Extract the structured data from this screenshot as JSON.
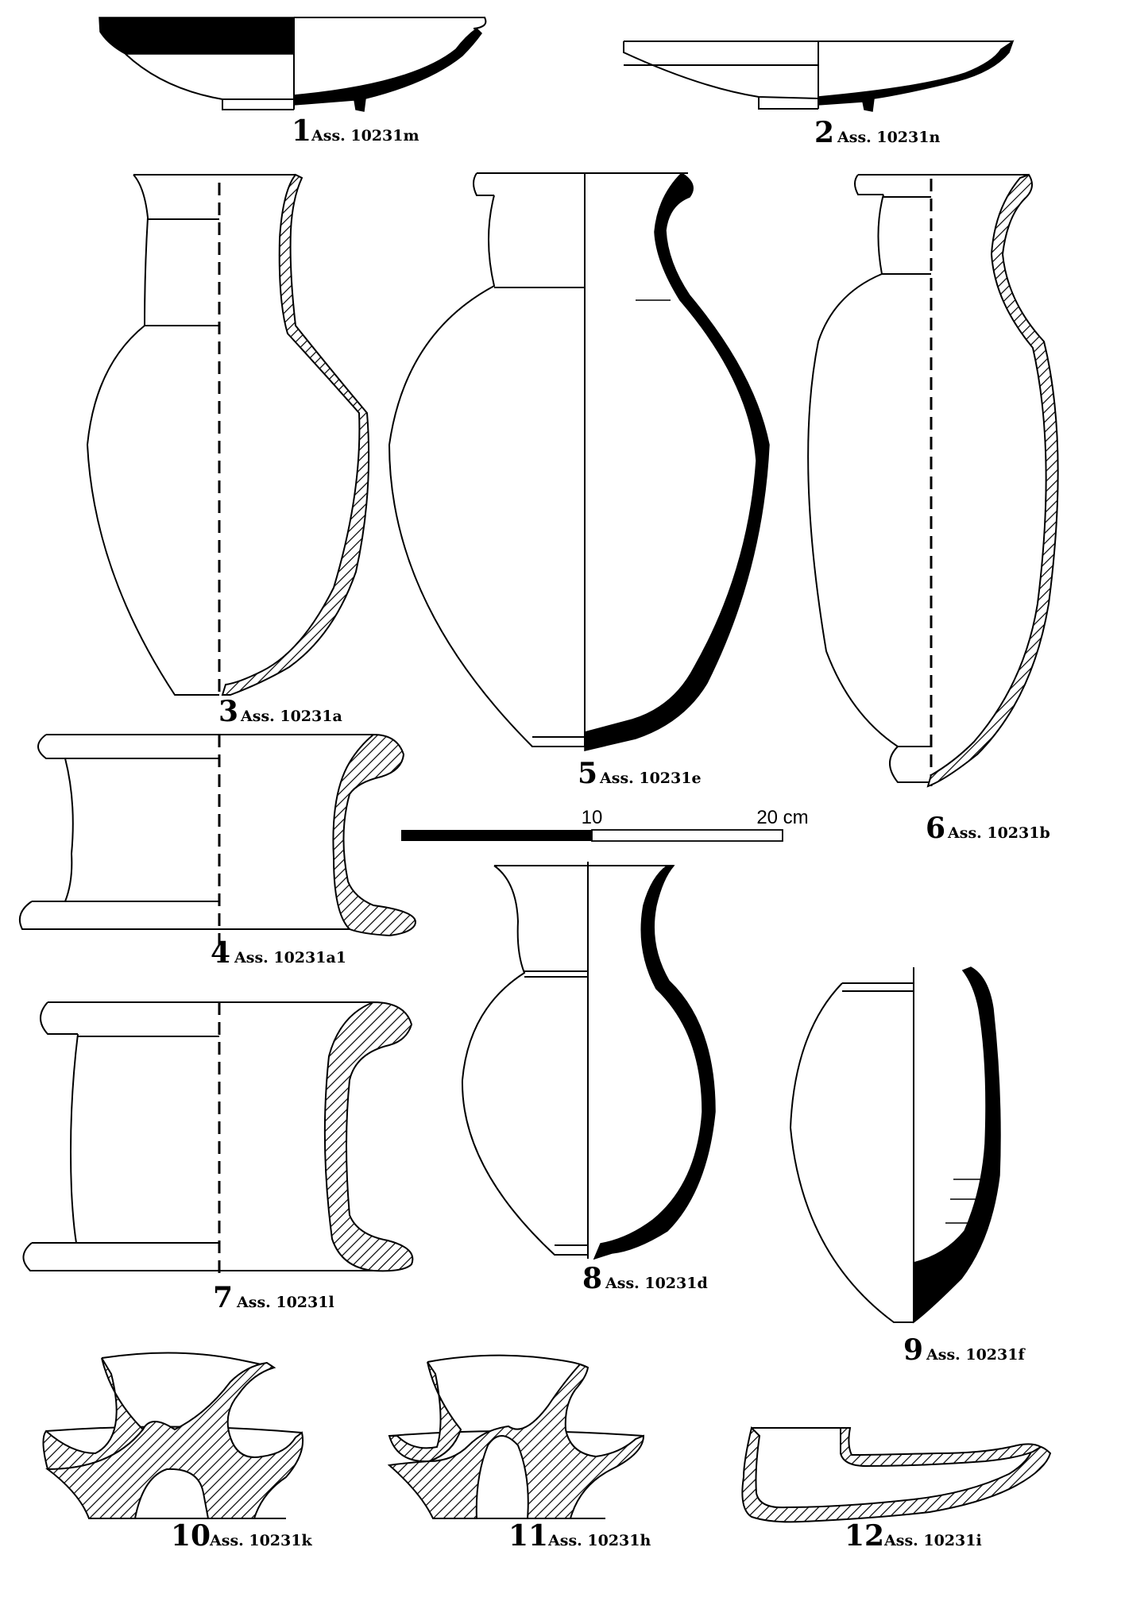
{
  "figures": [
    {
      "number": "1",
      "accession": "Ass. 10231m"
    },
    {
      "number": "2",
      "accession": "Ass. 10231n"
    },
    {
      "number": "3",
      "accession": "Ass. 10231a"
    },
    {
      "number": "4",
      "accession": "Ass. 10231a1"
    },
    {
      "number": "5",
      "accession": "Ass. 10231e"
    },
    {
      "number": "6",
      "accession": "Ass. 10231b"
    },
    {
      "number": "7",
      "accession": "Ass. 10231l"
    },
    {
      "number": "8",
      "accession": "Ass. 10231d"
    },
    {
      "number": "9",
      "accession": "Ass. 10231f"
    },
    {
      "number": "10",
      "accession": "Ass. 10231k"
    },
    {
      "number": "11",
      "accession": "Ass. 10231h"
    },
    {
      "number": "12",
      "accession": "Ass. 10231i"
    }
  ],
  "scale": {
    "mid": "10",
    "end": "20 cm"
  }
}
